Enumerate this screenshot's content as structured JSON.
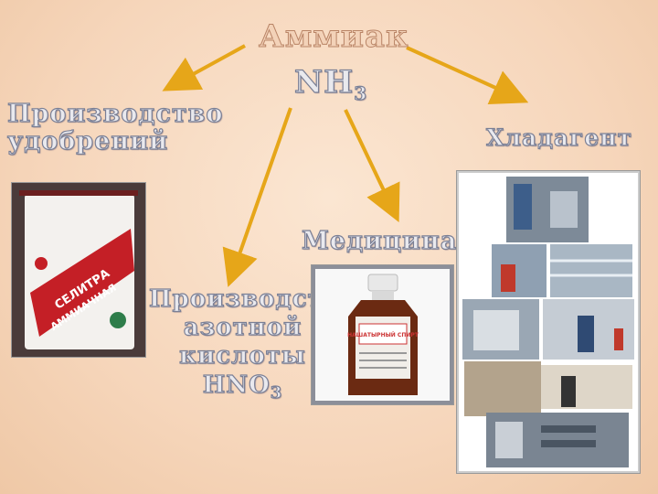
{
  "title": "Аммиак",
  "formula": {
    "main": "NH",
    "sub": "3"
  },
  "nodes": {
    "fertilizer": {
      "line1": "Производство",
      "line2": "удобрений"
    },
    "coolant": "Хладагент",
    "medicine": "Медицина",
    "nitric": {
      "line1": "Производство",
      "line2": "азотной",
      "line3": "кислоты",
      "line4": "HNO",
      "sub": "3"
    }
  },
  "packet": {
    "line1": "СЕЛИТРА",
    "line2": "АММИАЧНАЯ"
  },
  "bottle_label": "НАШАТЫРНЫЙ СПИРТ",
  "colors": {
    "arrow": "#e6a619",
    "label_fill": "#e9e9ee",
    "label_stroke": "#7a7f95"
  }
}
